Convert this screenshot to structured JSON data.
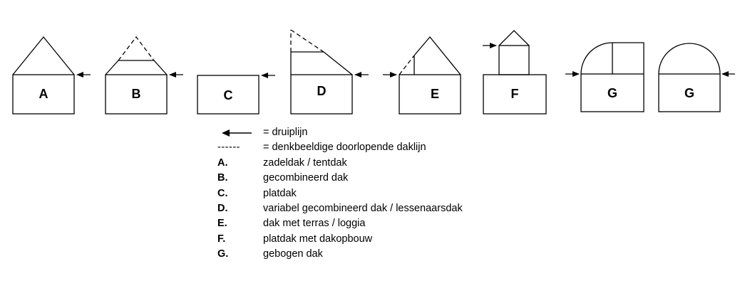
{
  "roof_types": [
    {
      "letter": "A"
    },
    {
      "letter": "B"
    },
    {
      "letter": "C"
    },
    {
      "letter": "D"
    },
    {
      "letter": "E"
    },
    {
      "letter": "F"
    },
    {
      "letter": "G"
    },
    {
      "letter": "G"
    }
  ],
  "legend": {
    "arrow_text": "= druiplijn",
    "dashed_symbol": "------",
    "dashed_text": "= denkbeeldige doorlopende daklijn",
    "items": [
      {
        "symbol": "A.",
        "text": "zadeldak / tentdak"
      },
      {
        "symbol": "B.",
        "text": "gecombineerd dak"
      },
      {
        "symbol": "C.",
        "text": "platdak"
      },
      {
        "symbol": "D.",
        "text": "variabel gecombineerd dak / lessenaarsdak"
      },
      {
        "symbol": "E.",
        "text": "dak met terras / loggia"
      },
      {
        "symbol": "F.",
        "text": "platdak met dakopbouw"
      },
      {
        "symbol": "G.",
        "text": "gebogen dak"
      }
    ]
  },
  "colors": {
    "line": "#000000",
    "background": "#ffffff"
  }
}
